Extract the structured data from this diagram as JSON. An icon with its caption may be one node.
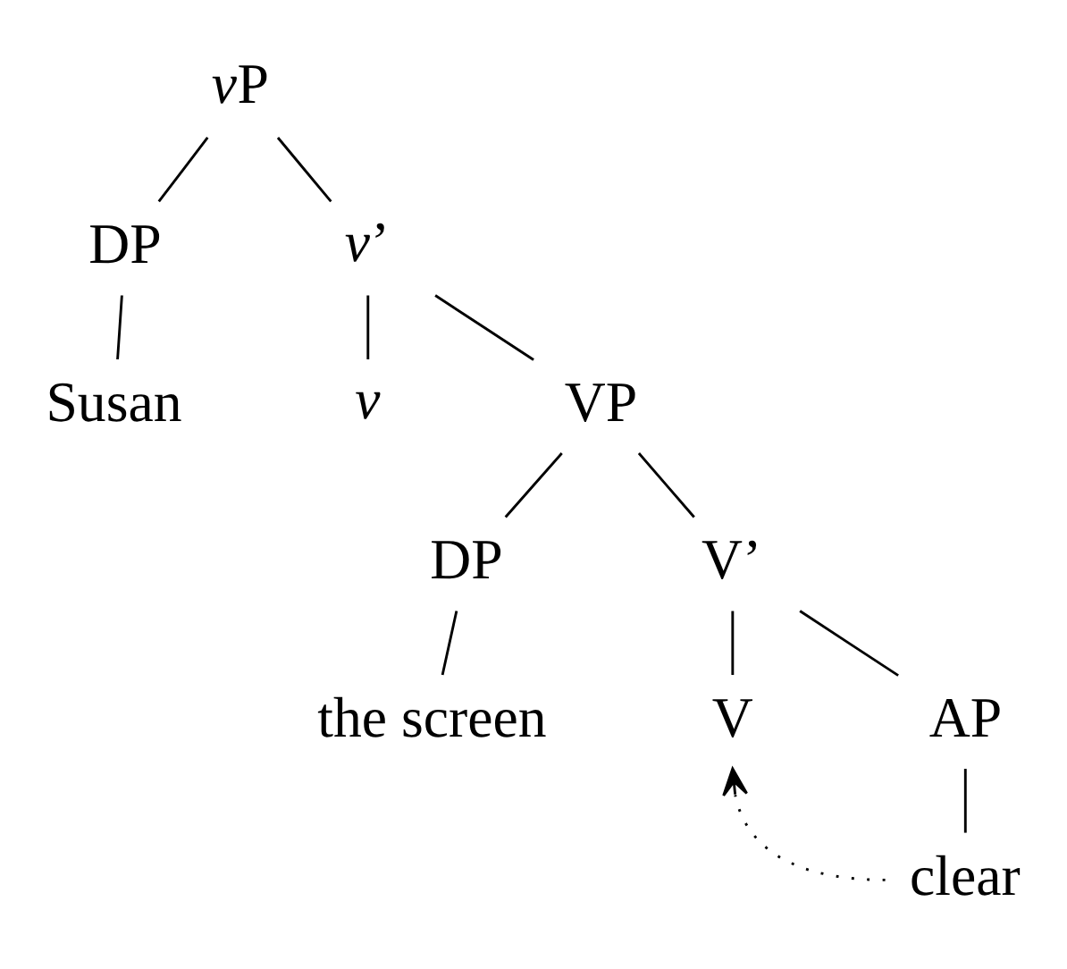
{
  "diagram": {
    "nodes": [
      {
        "text": [
          "vP"
        ]
      },
      {
        "text": [
          "DP"
        ]
      },
      {
        "text": [
          "v’"
        ]
      },
      {
        "text": [
          "Susan"
        ]
      },
      {
        "text": [
          "v"
        ]
      },
      {
        "text": [
          "VP"
        ]
      },
      {
        "text": [
          "DP"
        ]
      },
      {
        "text": [
          "V’"
        ]
      },
      {
        "text": [
          "the screen"
        ]
      },
      {
        "text": [
          "V"
        ]
      },
      {
        "text": [
          "AP"
        ]
      },
      {
        "text": [
          "clear"
        ]
      }
    ],
    "edges": [
      {
        "from": 0,
        "to": 1,
        "arrow": "none"
      },
      {
        "from": 0,
        "to": 2,
        "arrow": "none"
      },
      {
        "from": 1,
        "to": 3,
        "arrow": "none"
      },
      {
        "from": 2,
        "to": 4,
        "arrow": "none"
      },
      {
        "from": 2,
        "to": 5,
        "arrow": "none"
      },
      {
        "from": 5,
        "to": 6,
        "arrow": "none"
      },
      {
        "from": 5,
        "to": 7,
        "arrow": "none"
      },
      {
        "from": 6,
        "to": 8,
        "arrow": "none"
      },
      {
        "from": 7,
        "to": 9,
        "arrow": "none"
      },
      {
        "from": 7,
        "to": 10,
        "arrow": "none"
      },
      {
        "from": 10,
        "to": 11,
        "arrow": "none"
      },
      {
        "from": 11,
        "to": 9,
        "arrow": "to",
        "style": "dashed"
      }
    ]
  }
}
